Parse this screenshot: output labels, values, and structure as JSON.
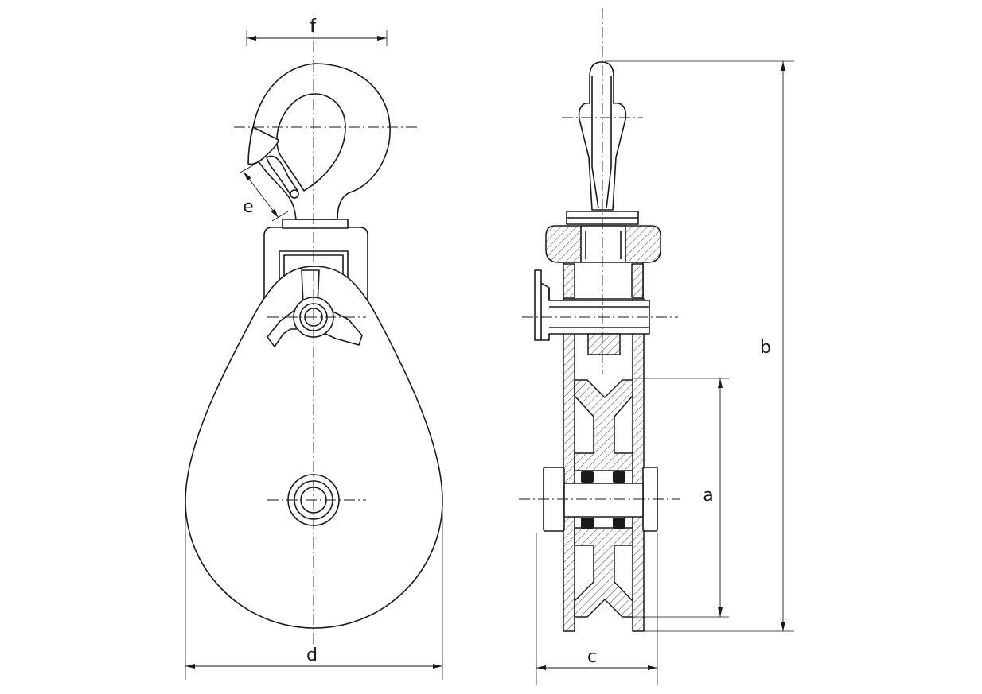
{
  "labels": {
    "a": "a",
    "b": "b",
    "c": "c",
    "d": "d",
    "e": "e",
    "f": "f"
  }
}
